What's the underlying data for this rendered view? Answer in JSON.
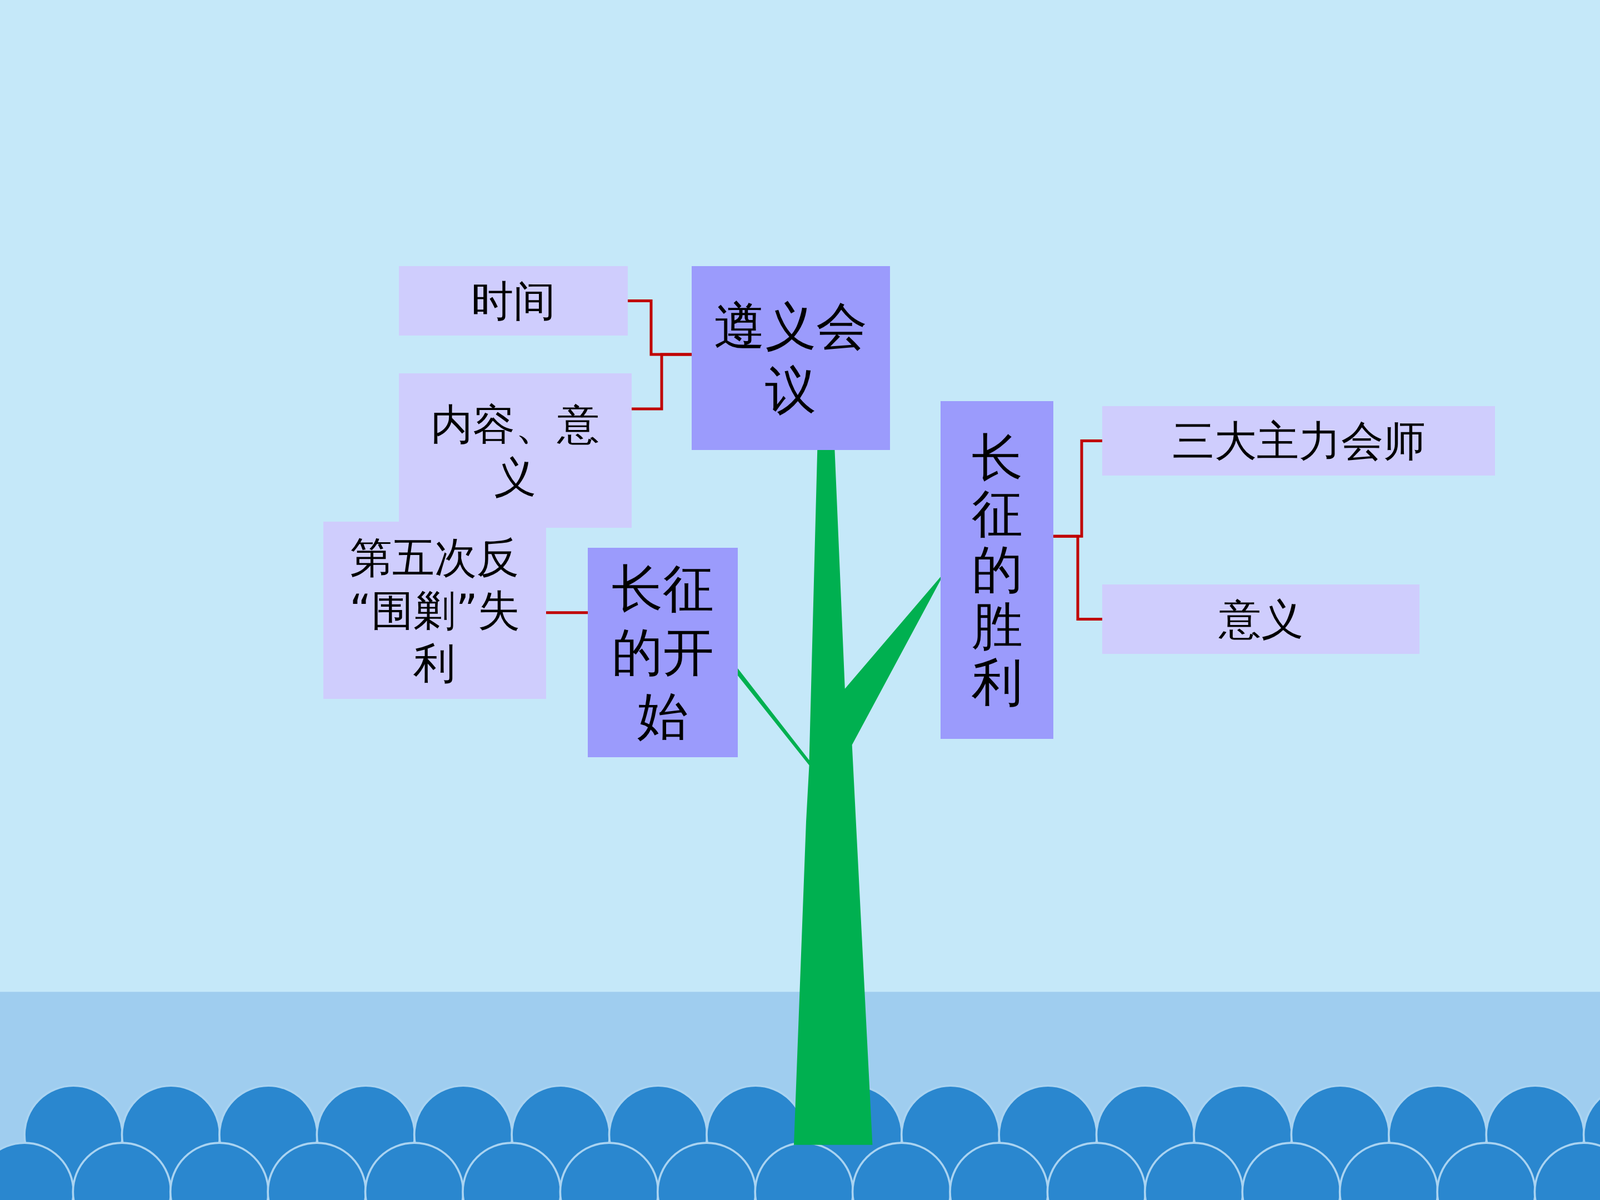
{
  "diagram": {
    "nodes": [
      {
        "text": [
          "遵义会议"
        ]
      },
      {
        "text": [
          "时间"
        ]
      },
      {
        "text": [
          "内容、意义"
        ]
      },
      {
        "text": [
          "长征的胜利"
        ]
      },
      {
        "text": [
          "三大主力会师"
        ]
      },
      {
        "text": [
          "意义"
        ]
      },
      {
        "text": [
          "第五次反“围剿”失利"
        ]
      },
      {
        "text": [
          "长征的开始"
        ]
      }
    ],
    "edges": [
      {
        "from": 0,
        "to": 1,
        "arrow": "none"
      },
      {
        "from": 0,
        "to": 2,
        "arrow": "none"
      },
      {
        "from": 3,
        "to": 4,
        "arrow": "none"
      },
      {
        "from": 3,
        "to": 5,
        "arrow": "none"
      },
      {
        "from": 7,
        "to": 6,
        "arrow": "none"
      }
    ]
  }
}
